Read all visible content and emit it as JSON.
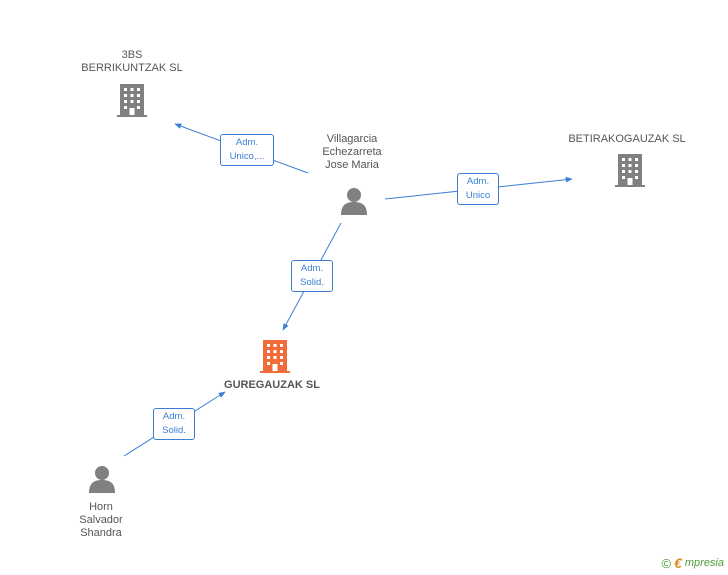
{
  "colors": {
    "company": "#808080",
    "company_main": "#f26b3a",
    "person": "#808080",
    "edge": "#3a7fd5"
  },
  "nodes": {
    "company_3bs": {
      "type": "company",
      "label_lines": [
        "3BS",
        "BERRIKUNTZAK SL"
      ]
    },
    "company_betirako": {
      "type": "company",
      "label_lines": [
        "BETIRAKOGAUZAK SL"
      ]
    },
    "company_guregauzak": {
      "type": "company-main",
      "label_lines": [
        "GUREGAUZAK SL"
      ]
    },
    "person_villagarcia": {
      "type": "person",
      "label_lines": [
        "Villagarcia",
        "Echezarreta",
        "Jose Maria"
      ]
    },
    "person_horn": {
      "type": "person",
      "label_lines": [
        "Horn",
        "Salvador",
        "Shandra"
      ]
    }
  },
  "edges": [
    {
      "from": "person_villagarcia",
      "to": "company_3bs",
      "label_lines": [
        "Adm.",
        "Unico,..."
      ]
    },
    {
      "from": "person_villagarcia",
      "to": "company_betirako",
      "label_lines": [
        "Adm.",
        "Unico"
      ]
    },
    {
      "from": "person_villagarcia",
      "to": "company_guregauzak",
      "label_lines": [
        "Adm.",
        "Solid."
      ]
    },
    {
      "from": "person_horn",
      "to": "company_guregauzak",
      "label_lines": [
        "Adm.",
        "Solid."
      ]
    }
  ],
  "branding": {
    "copyright": "©",
    "brand_initial": "€",
    "brand_rest": "mpresia"
  }
}
